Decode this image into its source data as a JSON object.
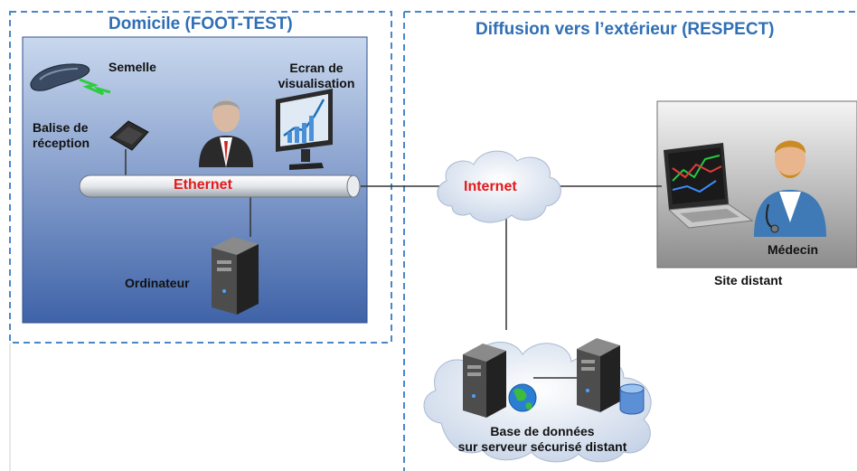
{
  "zones": {
    "home_title": "Domicile (FOOT-TEST)",
    "external_title": "Diffusion vers l’extérieur (RESPECT)"
  },
  "labels": {
    "semelle": "Semelle",
    "ecran_line1": "Ecran de",
    "ecran_line2": "visualisation",
    "balise_line1": "Balise de",
    "balise_line2": "réception",
    "ethernet": "Ethernet",
    "ordinateur": "Ordinateur",
    "internet": "Internet",
    "medecin": "Médecin",
    "site_distant": "Site distant",
    "db_line1": "Base de données",
    "db_line2": "sur serveur sécurisé distant"
  },
  "colors": {
    "zone_border": "#4a86c8",
    "title_blue": "#2f6fb6",
    "home_panel_top": "#c9d8ee",
    "home_panel_bottom": "#3f63a8",
    "site_panel_top": "#f2f2f2",
    "site_panel_bottom": "#8c8c8c",
    "network_red": "#e31919"
  }
}
